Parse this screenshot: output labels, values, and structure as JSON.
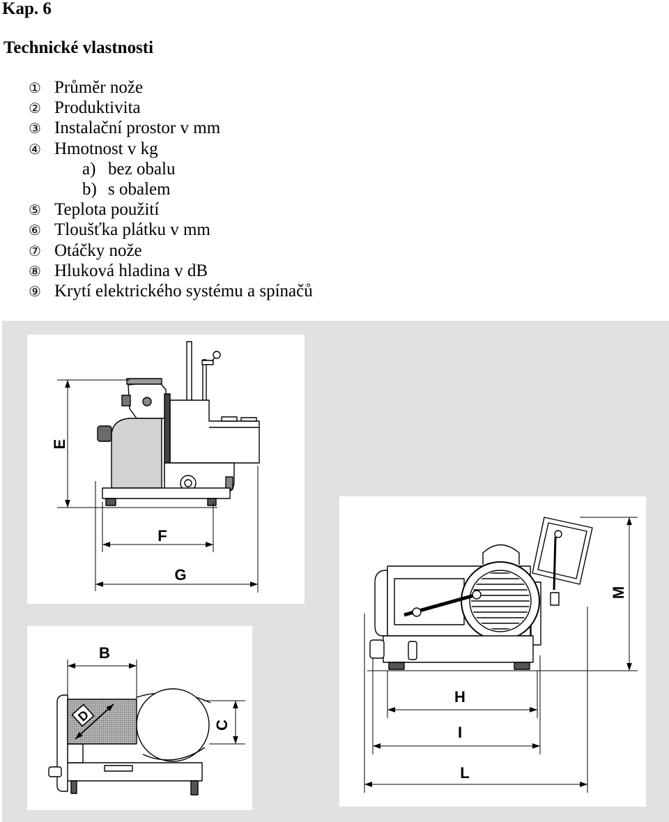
{
  "header": {
    "chapter": "Kap. 6",
    "title": "Technické vlastnosti"
  },
  "specs": [
    {
      "marker": "①",
      "label": "Průměr nože"
    },
    {
      "marker": "②",
      "label": "Produktivita"
    },
    {
      "marker": "③",
      "label": "Instalační prostor v mm"
    },
    {
      "marker": "④",
      "label": "Hmotnost v kg",
      "sub_items": [
        {
          "marker": "a)",
          "label": "bez obalu"
        },
        {
          "marker": "b)",
          "label": "s obalem"
        }
      ]
    },
    {
      "marker": "⑤",
      "label": "Teplota použití"
    },
    {
      "marker": "⑥",
      "label": "Tloušťka plátku v mm"
    },
    {
      "marker": "⑦",
      "label": "Otáčky nože"
    },
    {
      "marker": "⑧",
      "label": "Hluková hladina v dB"
    },
    {
      "marker": "⑨",
      "label": "Krytí elektrického systému a spínačů"
    }
  ],
  "figure": {
    "side_view": {
      "dimension_labels": [
        "E",
        "F",
        "G"
      ]
    },
    "top_view": {
      "dimension_labels": [
        "B",
        "C",
        "D"
      ]
    },
    "front_view": {
      "dimension_labels": [
        "M",
        "H",
        "I",
        "L"
      ]
    }
  },
  "colors": {
    "figure_background": "#e1e1e1",
    "panel_background": "#ffffff"
  }
}
